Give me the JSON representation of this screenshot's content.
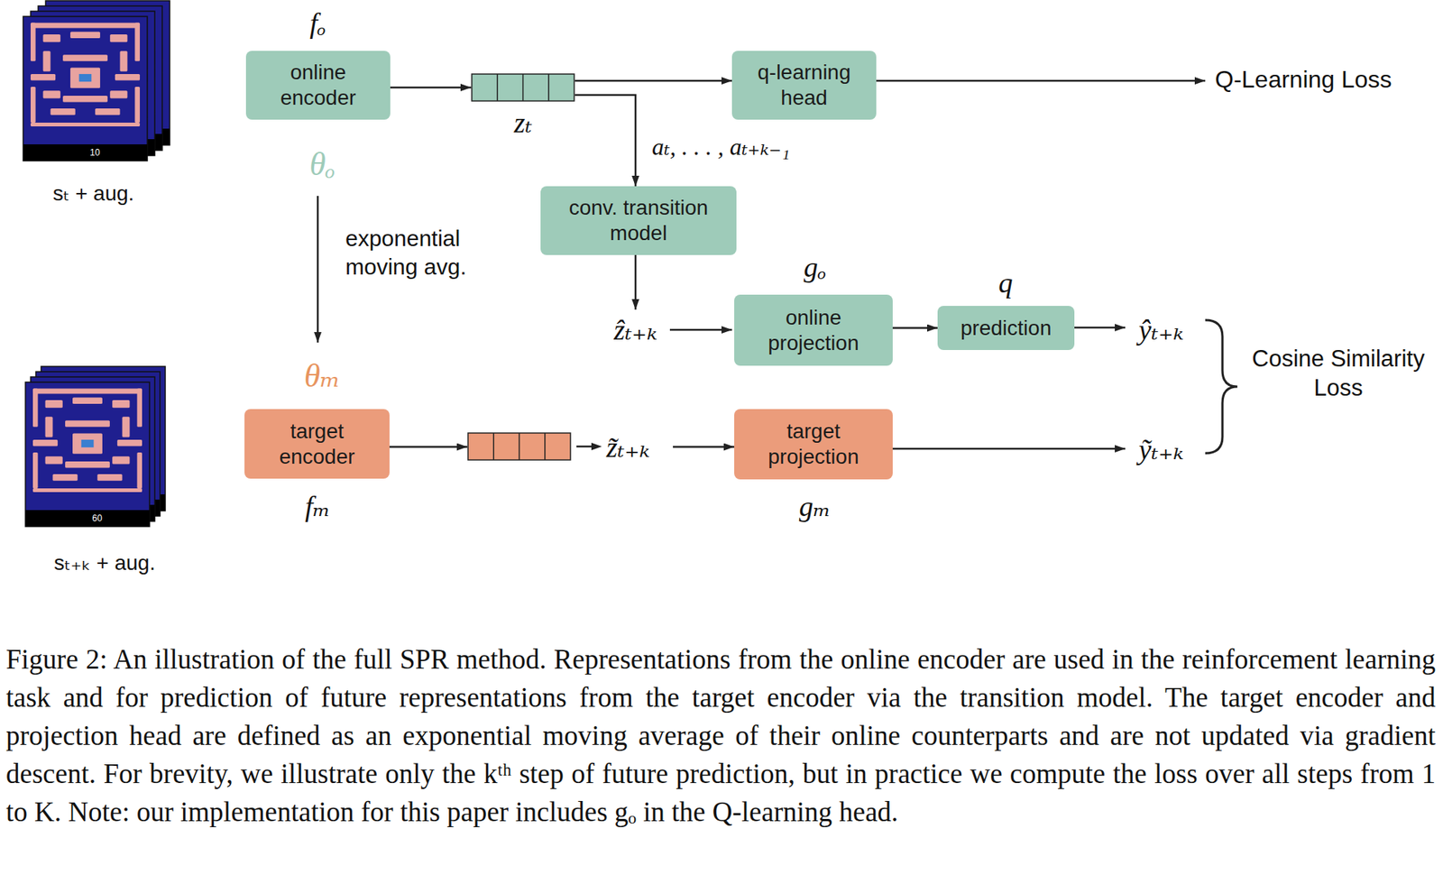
{
  "diagram": {
    "caption": "Figure 2: An illustration of the full SPR method. Representations from the online encoder are used in the reinforcement learning task and for prediction of future representations from the target encoder via the transition model. The target encoder and projection head are defined as an exponential moving average of their online counterparts and are not updated via gradient descent. For brevity, we illustrate only the kᵗʰ step of future prediction, but in practice we compute the loss over all steps from 1 to K. Note: our implementation for this paper includes gₒ in the Q-learning head.",
    "nodes": [
      {
        "text": [
          "online encoder"
        ]
      },
      {
        "text": [
          "zₜ"
        ]
      },
      {
        "text": [
          "q-learning head"
        ]
      },
      {
        "text": [
          "conv. transition model"
        ]
      },
      {
        "text": [
          "online projection"
        ]
      },
      {
        "text": [
          "prediction"
        ]
      },
      {
        "text": [
          "target encoder"
        ]
      },
      {
        "text": [
          "z̃ₜ₊ₖ"
        ]
      },
      {
        "text": [
          "target projection"
        ]
      }
    ],
    "edges": [
      {
        "from": 0,
        "to": 1,
        "arrow": "to"
      },
      {
        "from": 1,
        "to": 2,
        "arrow": "to"
      },
      {
        "from": 1,
        "to": 3,
        "label": "aₜ, . . . , aₜ₊ₖ₋₁",
        "arrow": "to"
      },
      {
        "from": 4,
        "to": 5,
        "arrow": "to"
      },
      {
        "from": 6,
        "to": 7,
        "arrow": "to"
      },
      {
        "from": 7,
        "to": 8,
        "arrow": "to"
      }
    ],
    "labels": [
      "fₒ",
      "θₒ",
      "10",
      "sₜ + aug.",
      "exponential moving avg.",
      "θₘ",
      "ẑₜ₊ₖ",
      "gₒ",
      "q",
      "ŷₜ₊ₖ",
      "Q-Learning Loss",
      "Cosine Similarity Loss",
      "ỹₜ₊ₖ",
      "fₘ",
      "gₘ",
      "60",
      "sₜ₊ₖ + aug."
    ]
  }
}
